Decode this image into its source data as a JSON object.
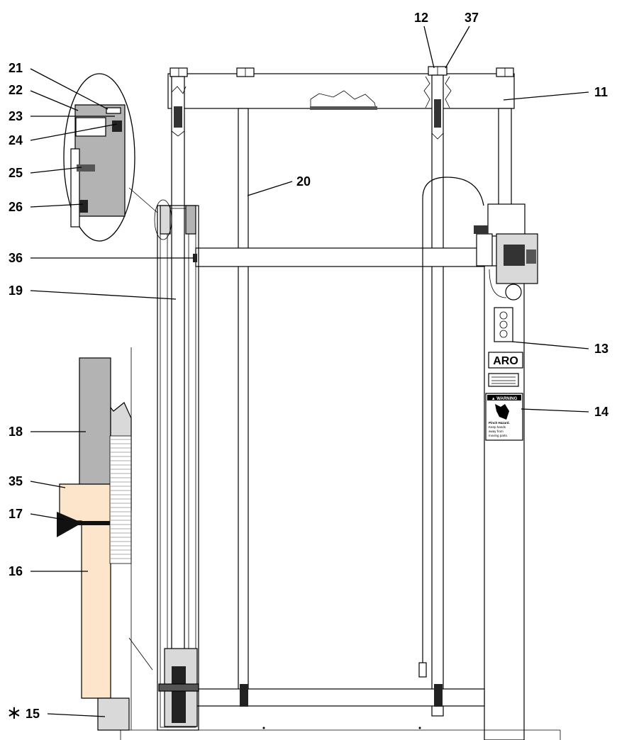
{
  "callouts": [
    {
      "id": "21",
      "text": "21"
    },
    {
      "id": "22",
      "text": "22"
    },
    {
      "id": "23",
      "text": "23"
    },
    {
      "id": "24",
      "text": "24"
    },
    {
      "id": "25",
      "text": "25"
    },
    {
      "id": "26",
      "text": "26"
    },
    {
      "id": "36",
      "text": "36"
    },
    {
      "id": "19",
      "text": "19"
    },
    {
      "id": "18",
      "text": "18"
    },
    {
      "id": "35",
      "text": "35"
    },
    {
      "id": "17",
      "text": "17"
    },
    {
      "id": "16",
      "text": "16"
    },
    {
      "id": "15",
      "text": "15"
    },
    {
      "id": "12",
      "text": "12"
    },
    {
      "id": "37",
      "text": "37"
    },
    {
      "id": "11",
      "text": "11"
    },
    {
      "id": "20",
      "text": "20"
    },
    {
      "id": "13",
      "text": "13"
    },
    {
      "id": "14",
      "text": "14"
    }
  ],
  "asterisk": "∗",
  "decals": {
    "aro_logo": "ARO",
    "warning_header": "▲ WARNING",
    "warning_title": "Pinch Hazard.",
    "warning_lines": [
      "Keep hands",
      "away from",
      "moving parts."
    ]
  },
  "colors": {
    "line": "#000000",
    "housing_gray": "#b3b3b3",
    "light_gray": "#d9d9d9",
    "tan_part": "#fde5cc",
    "background": "#ffffff"
  }
}
